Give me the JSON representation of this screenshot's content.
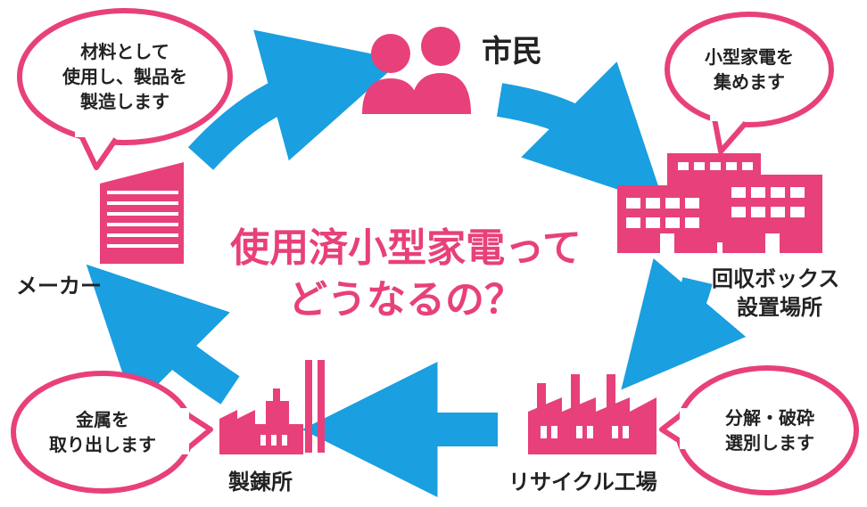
{
  "colors": {
    "accent": "#e8407a",
    "arrow": "#1a9fe0",
    "text": "#222222",
    "bubble_fill": "#ffffff"
  },
  "center": {
    "line1": "使用済小型家電って",
    "line2": "どうなるの？"
  },
  "nodes": {
    "citizen": {
      "label": "市民",
      "icon": "people-icon"
    },
    "collection_box": {
      "label_line1": "回収ボックス",
      "label_line2": "設置場所",
      "icon": "building-icon"
    },
    "recycle_factory": {
      "label": "リサイクル工場",
      "icon": "factory-icon"
    },
    "smelter": {
      "label": "製錬所",
      "icon": "smelter-icon"
    },
    "maker": {
      "label": "メーカー",
      "icon": "office-building-icon"
    }
  },
  "bubbles": {
    "maker": {
      "line1": "材料として",
      "line2": "使用し、製品を",
      "line3": "製造します"
    },
    "collect": {
      "line1": "小型家電を",
      "line2": "集めます"
    },
    "factory": {
      "line1": "分解・破砕",
      "line2": "選別します"
    },
    "smelter": {
      "line1": "金属を",
      "line2": "取り出します"
    }
  }
}
